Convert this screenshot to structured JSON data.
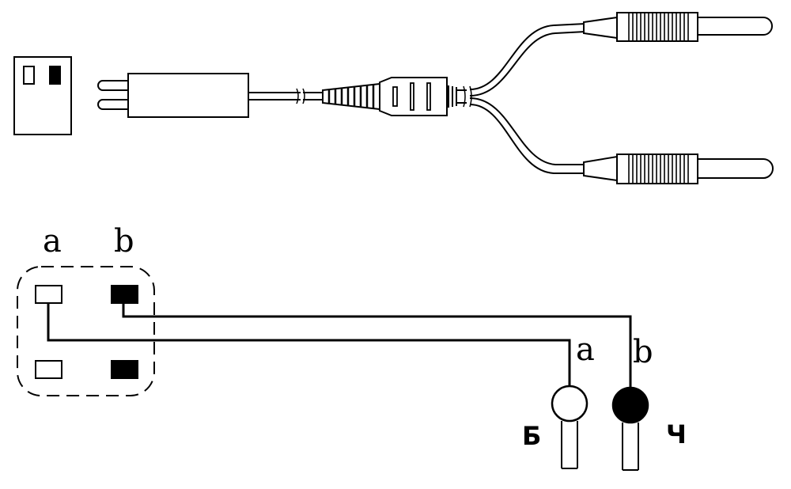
{
  "diagram": {
    "colors": {
      "ink": "#000000",
      "paper": "#ffffff",
      "black_pad": "#000000",
      "white_pad": "#ffffff"
    },
    "top_illustration": {
      "parts": [
        "socket-face",
        "plug-body",
        "cable",
        "splitter",
        "banana-plug-upper",
        "banana-plug-lower"
      ]
    },
    "schematic": {
      "socket_labels": {
        "a": "a",
        "b": "b"
      },
      "terminal_labels": {
        "a": "a",
        "b": "b"
      },
      "plug_labels": {
        "white": "Б",
        "black": "Ч"
      }
    }
  }
}
